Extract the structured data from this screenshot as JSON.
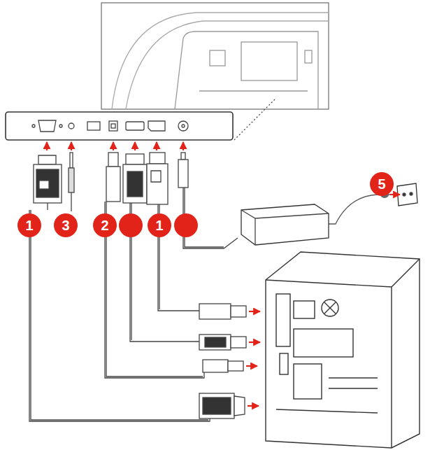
{
  "diagram": {
    "labels": [
      "1",
      "3",
      "2",
      "1",
      "5"
    ]
  }
}
